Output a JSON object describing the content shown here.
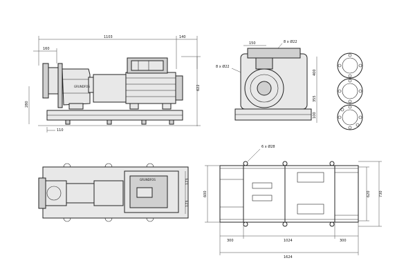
{
  "side_view": {
    "dim_length": "1103",
    "dim_right_offset": "140",
    "dim_flange_offset": "160",
    "dim_total_height": "622",
    "dim_shaft_height": "280",
    "dim_base_offset": "110",
    "logo_text": "GRUNDFOS"
  },
  "front_view": {
    "dim_top_width": "150",
    "bolt_spec_outlet": "8 x Ø22",
    "bolt_spec_inlet": "8 x Ø22",
    "dim_height_upper": "400",
    "dim_height_mid": "355",
    "dim_height_base": "100"
  },
  "top_view": {
    "dim_half_a": "173",
    "dim_half_b": "173",
    "logo_text": "GRUNDFOS"
  },
  "base_plan": {
    "bolt_spec": "6 x Ø28",
    "dim_left_overhang": "300",
    "dim_bolt_span": "1024",
    "dim_right_overhang": "300",
    "dim_total_length": "1624",
    "dim_height_left": "600",
    "dim_height_inner": "620",
    "dim_height_outer": "730"
  },
  "flange_details": {
    "count": 3
  }
}
